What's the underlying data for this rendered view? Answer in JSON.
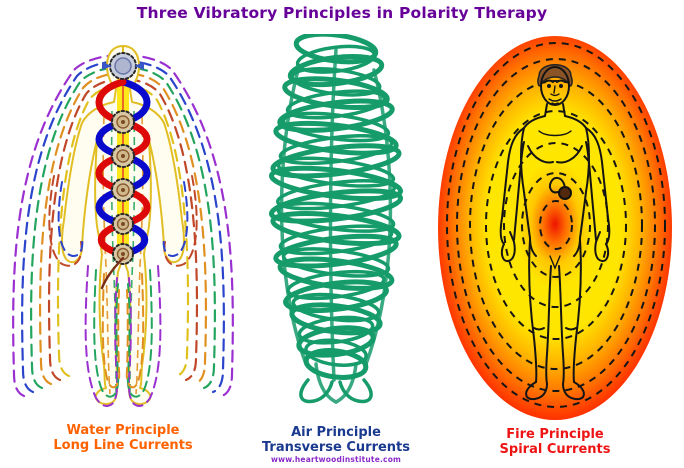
{
  "title": "Three Vibratory Principles in Polarity Therapy",
  "panels": [
    {
      "id": "water",
      "caption_line1": "Water Principle",
      "caption_line2": "Long Line Currents",
      "label_color": "#ff6200"
    },
    {
      "id": "air",
      "caption_line1": "Air Principle",
      "caption_line2": "Transverse Currents",
      "label_color": "#1a3a8f",
      "website": "www.heartwoodinstitute.com"
    },
    {
      "id": "fire",
      "caption_line1": "Fire Principle",
      "caption_line2": "Spiral Currents",
      "label_color": "#ee1414"
    }
  ],
  "colors": {
    "title_text": "#660099",
    "website_text": "#8a2bc9",
    "air_coil": "#169b6b",
    "water_aura": [
      "#9a30d0",
      "#2a44cc",
      "#23a55e",
      "#e09020",
      "#c04828",
      "#dfc01d"
    ],
    "serpentine_red": "#dd0808",
    "serpentine_blue": "#0a0acc",
    "spine_channel_yellow": "#ffe81a",
    "chakra_tan": "#d9c8a4",
    "fire_egg_center": "#ee1200",
    "fire_egg_mid": "#ffe600",
    "fire_egg_rim": "#ff2800",
    "figure_outline_black": "#141414",
    "body_outline_gold": "#e2be25"
  }
}
